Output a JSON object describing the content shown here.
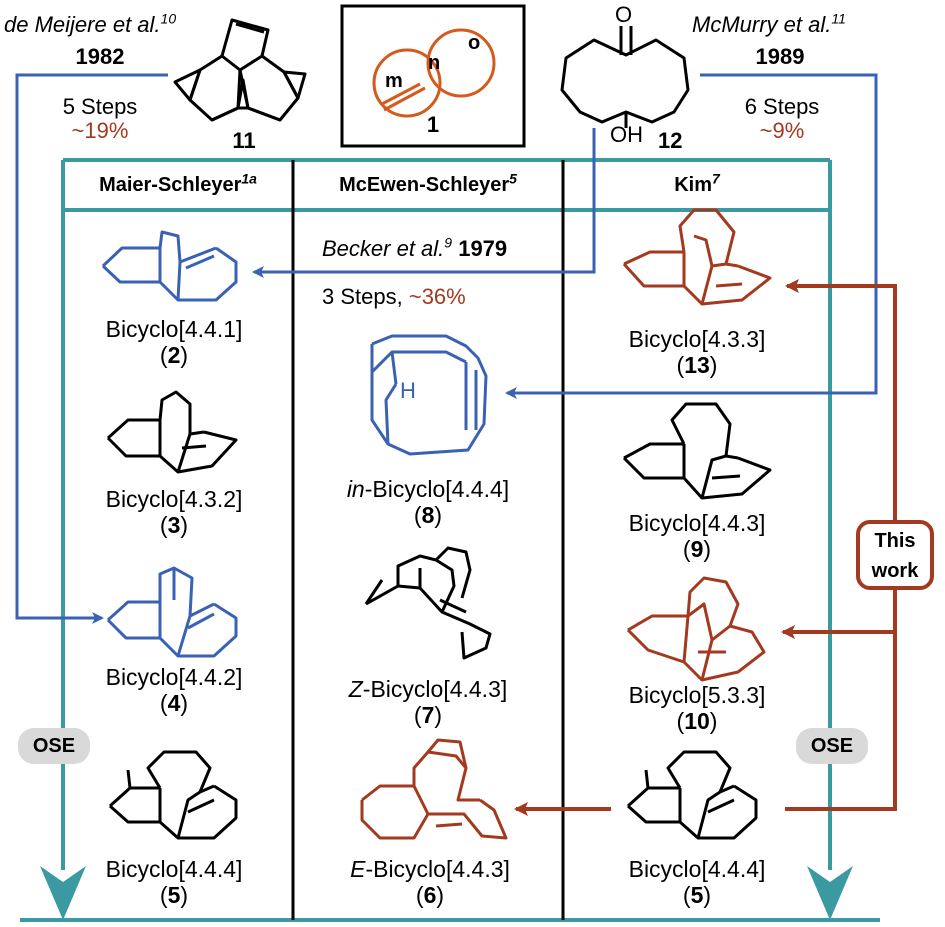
{
  "colors": {
    "blue": "#3a62b3",
    "red": "#a33a1f",
    "teal": "#3b9aa1",
    "black": "#000000",
    "ose_bg": "#d9d9d9"
  },
  "top": {
    "deMeijere": {
      "author": "de Meijere et al.",
      "ref": "10",
      "year": "1982",
      "steps": "5 Steps",
      "yield": "~19%",
      "compound": "11"
    },
    "center": {
      "m": "m",
      "n": "n",
      "o": "o",
      "compound": "1"
    },
    "mcmurry": {
      "author": "McMurry et al.",
      "ref": "11",
      "year": "1989",
      "steps": "6 Steps",
      "yield": "~9%",
      "compound": "12",
      "carbonyl": "O",
      "hydroxyl": "OH"
    }
  },
  "columns": [
    {
      "name": "Maier-Schleyer",
      "ref": "1a"
    },
    {
      "name": "McEwen-Schleyer",
      "ref": "5"
    },
    {
      "name": "Kim",
      "ref": "7"
    }
  ],
  "becker": {
    "author": "Becker et al.",
    "ref": "9",
    "year": "1979",
    "steps": "3 Steps, ",
    "yield": "~36%"
  },
  "left_compounds": [
    {
      "name": "Bicyclo[4.4.1]",
      "num": "2"
    },
    {
      "name": "Bicyclo[4.3.2]",
      "num": "3"
    },
    {
      "name": "Bicyclo[4.4.2]",
      "num": "4"
    },
    {
      "name": "Bicyclo[4.4.4]",
      "num": "5"
    }
  ],
  "middle_compounds": [
    {
      "prefix": "in",
      "name": "-Bicyclo[4.4.4]",
      "num": "8",
      "atom": "H"
    },
    {
      "prefix": "Z",
      "name": "-Bicyclo[4.4.3]",
      "num": "7"
    },
    {
      "prefix": "E",
      "name": "-Bicyclo[4.4.3]",
      "num": "6"
    }
  ],
  "right_compounds": [
    {
      "name": "Bicyclo[4.3.3]",
      "num": "13"
    },
    {
      "name": "Bicyclo[4.4.3]",
      "num": "9"
    },
    {
      "name": "Bicyclo[5.3.3]",
      "num": "10"
    },
    {
      "name": "Bicyclo[4.4.4]",
      "num": "5"
    }
  ],
  "ose_label": "OSE",
  "this_work": {
    "line1": "This",
    "line2": "work"
  }
}
